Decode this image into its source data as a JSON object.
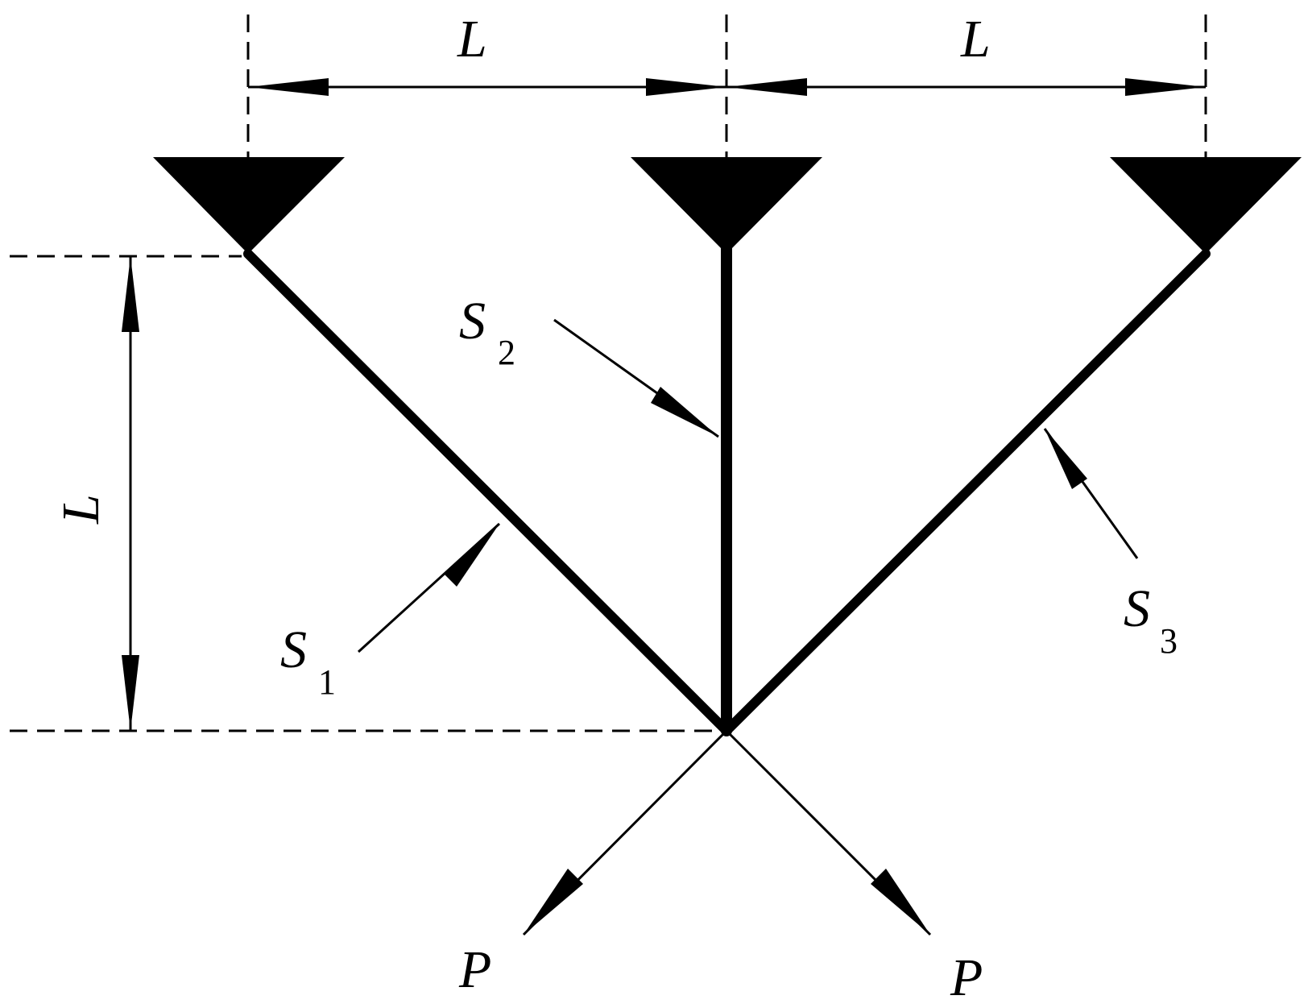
{
  "labels": {
    "dim_top_left": "L",
    "dim_top_right": "L",
    "dim_vertical": "L",
    "s1_main": "S",
    "s1_sub": "1",
    "s2_main": "S",
    "s2_sub": "2",
    "s3_main": "S",
    "s3_sub": "3",
    "p_left": "P",
    "p_right": "P"
  },
  "colors": {
    "ink": "#000000",
    "background": "#ffffff"
  }
}
